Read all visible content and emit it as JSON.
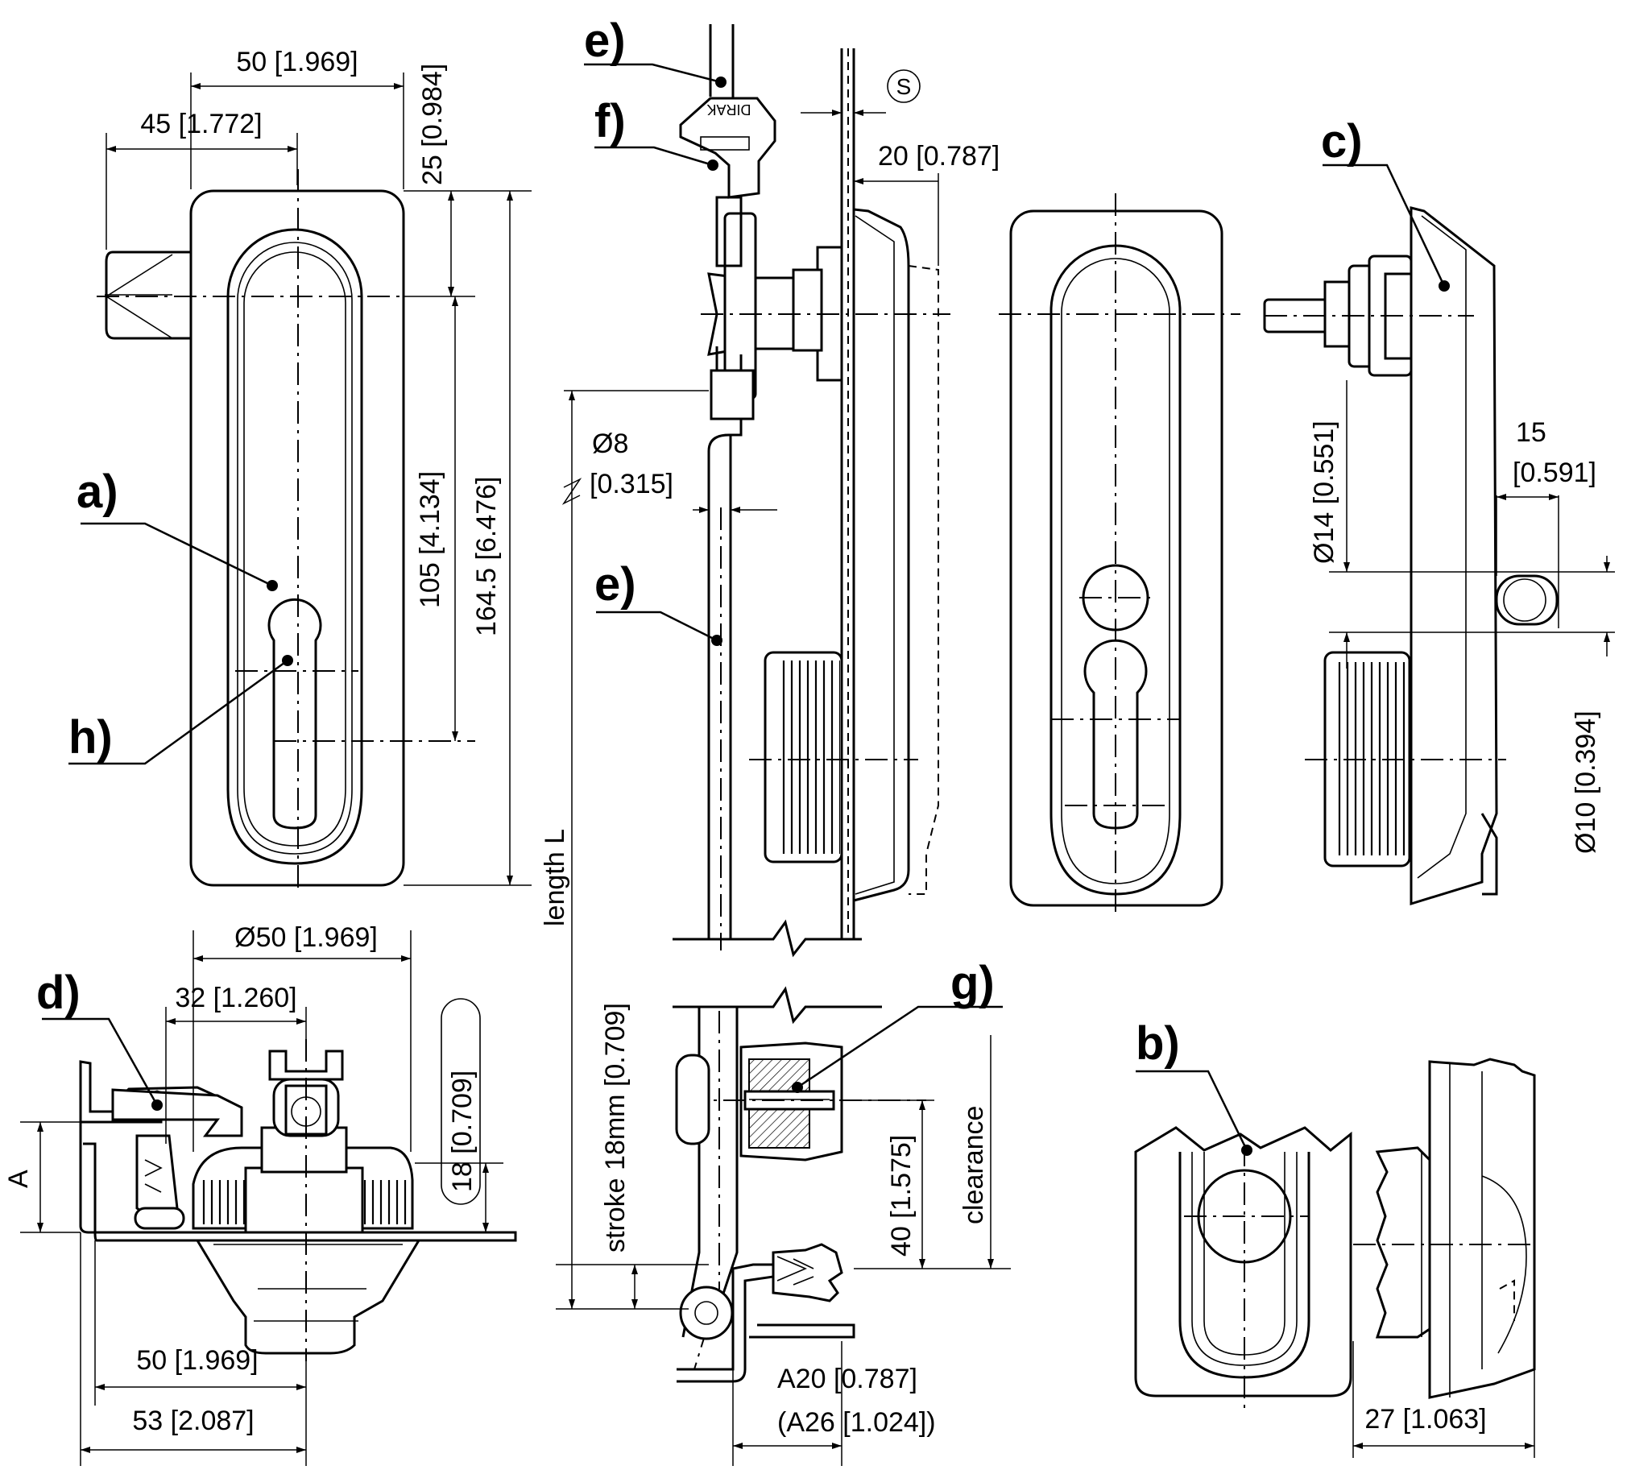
{
  "labels": {
    "a": "a)",
    "b": "b)",
    "c": "c)",
    "d": "d)",
    "e_top": "e)",
    "e_mid": "e)",
    "f": "f)",
    "g": "g)",
    "h": "h)"
  },
  "dimensions": {
    "front": {
      "width_50": "50 [1.969]",
      "offset_45": "45 [1.772]",
      "top_25": "25 [0.984]",
      "pitch_105": "105 [4.134]",
      "height_164": "164.5 [6.476]"
    },
    "side": {
      "dia_8_a": "Ø8",
      "dia_8_b": "[0.315]",
      "depth_20": "20 [0.787]",
      "length_l": "length L",
      "stroke": "stroke 18mm [0.709]",
      "a20": "A20 [0.787]",
      "a26": "(A26 [1.024])",
      "rise_40": "40 [1.575]",
      "clearance": "clearance",
      "dirak": "DIRAK",
      "s_symbol": "S"
    },
    "c_view": {
      "dia_14": "Ø14 [0.551]",
      "dim_15_a": "15",
      "dim_15_b": "[0.591]",
      "dia_10": "Ø10 [0.394]"
    },
    "d_view": {
      "dia_50": "Ø50 [1.969]",
      "dim_32": "32 [1.260]",
      "dim_18": "18 [0.709]",
      "dim_a": "A",
      "bottom_50": "50 [1.969]",
      "bottom_53": "53 [2.087]"
    },
    "b_view": {
      "dim_27": "27 [1.063]"
    }
  }
}
